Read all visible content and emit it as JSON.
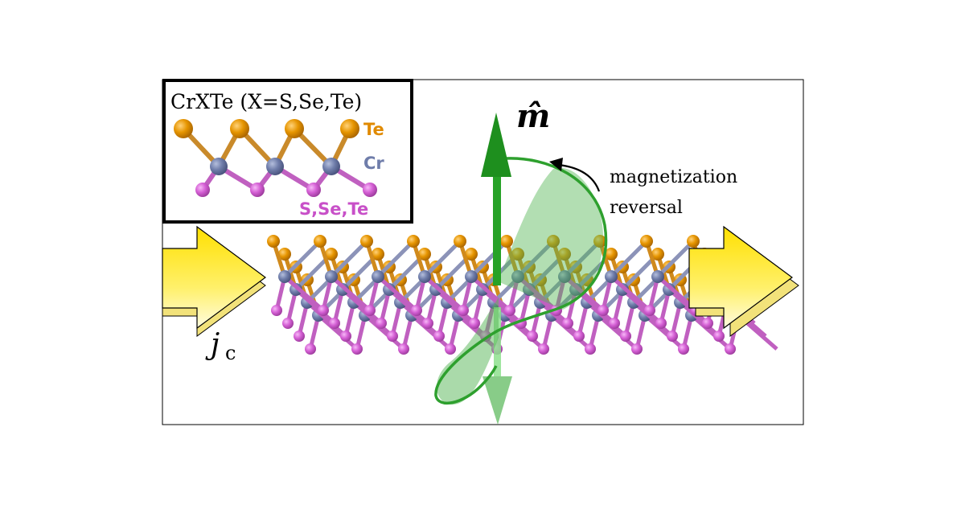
{
  "inset": {
    "title": "CrXTe (X=S,Se,Te)",
    "labels": {
      "top": "Te",
      "middle": "Cr",
      "bottom": "S,Se,Te"
    }
  },
  "magnetization": {
    "symbol": "m̂",
    "annotation_line1": "magnetization",
    "annotation_line2": "reversal"
  },
  "current": {
    "symbol_main": "j",
    "symbol_sub": "c"
  },
  "colors": {
    "te_orange": "#E08A00",
    "cr_slate": "#6F7DAA",
    "chalcogen_magenta": "#D45FD4",
    "arrow_yellow": "#FFE600",
    "moment_green": "#2E9E2E",
    "cone_green": "#7FC97F"
  }
}
